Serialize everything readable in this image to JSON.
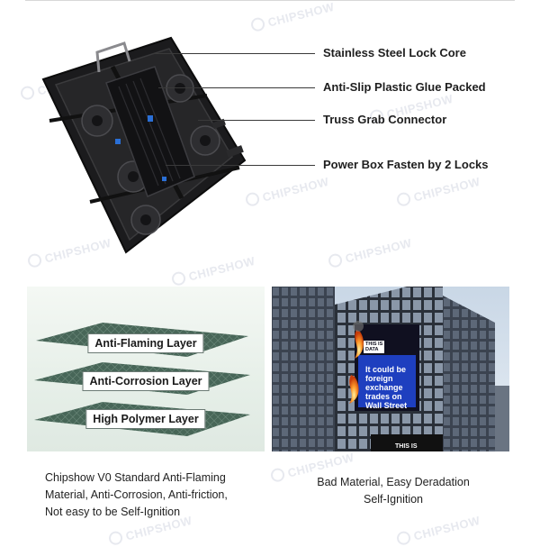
{
  "brand_watermark": "CHIPSHOW",
  "callouts": [
    {
      "label": "Stainless Steel Lock Core"
    },
    {
      "label": "Anti-Slip Plastic Glue Packed"
    },
    {
      "label": "Truss Grab Connector"
    },
    {
      "label": "Power Box Fasten by 2 Locks"
    }
  ],
  "layers": [
    {
      "label": "Anti-Flaming Layer"
    },
    {
      "label": "Anti-Corrosion Layer"
    },
    {
      "label": "High Polymer Layer"
    }
  ],
  "billboard": {
    "badge_line1": "THIS IS",
    "badge_line2": "DATA",
    "lines": [
      "It could be",
      "foreign",
      "exchange",
      "trades on",
      "Wall Street"
    ],
    "banner": "THIS IS"
  },
  "captions": {
    "left_lines": [
      "Chipshow V0 Standard Anti-Flaming",
      "Material, Anti-Corrosion, Anti-friction,",
      "Not easy to be Self-Ignition"
    ],
    "right_lines": [
      "Bad Material, Easy Deradation",
      "Self-Ignition"
    ]
  },
  "colors": {
    "panel": "#1b1b1d",
    "callout_line": "#3a3a3a",
    "layer_green": "#3f5f50",
    "fire": "#ff7a1a",
    "billboard_blue": "#1e3fbf"
  }
}
